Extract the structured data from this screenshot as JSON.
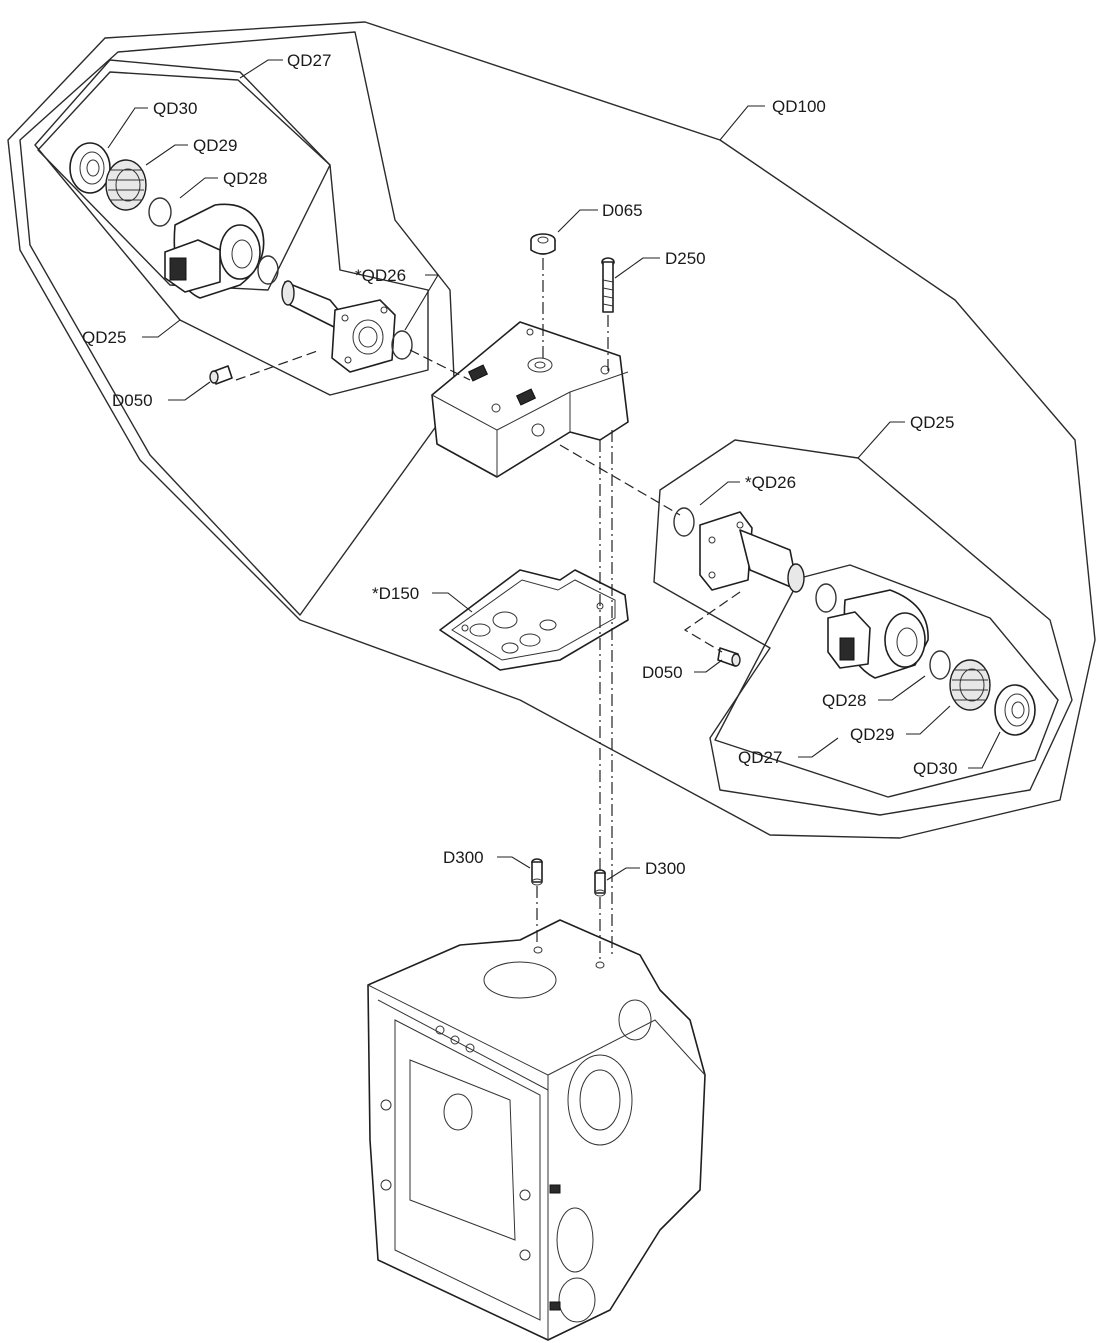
{
  "labels": {
    "qd100": "QD100",
    "left_qd27": "QD27",
    "left_qd30": "QD30",
    "left_qd29": "QD29",
    "left_qd28": "QD28",
    "left_qd25": "QD25",
    "left_qd26": "*QD26",
    "left_d050": "D050",
    "d065": "D065",
    "d250": "D250",
    "right_qd25": "QD25",
    "right_qd26": "*QD26",
    "d150": "*D150",
    "right_d050": "D050",
    "right_qd28": "QD28",
    "right_qd29": "QD29",
    "right_qd27": "QD27",
    "right_qd30": "QD30",
    "d300_left": "D300",
    "d300_right": "D300"
  }
}
